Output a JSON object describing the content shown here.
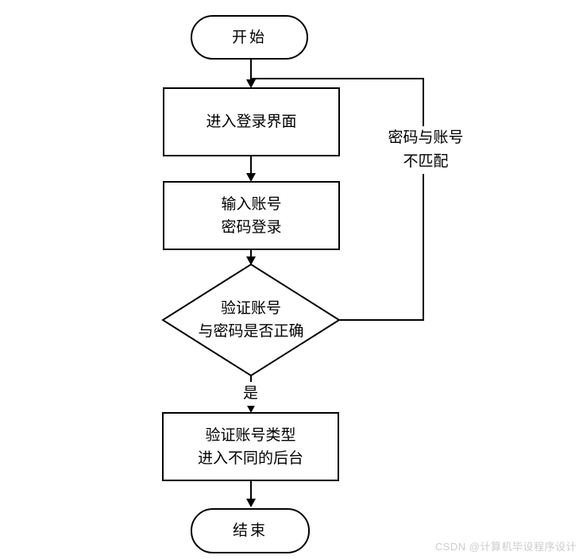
{
  "diagram": {
    "nodes": {
      "start": {
        "type": "terminator",
        "label": "开始"
      },
      "enter_login": {
        "type": "process",
        "label": "进入登录界面"
      },
      "input_credentials": {
        "type": "process",
        "line1": "输入账号",
        "line2": "密码登录"
      },
      "verify_credentials": {
        "type": "decision",
        "line1": "验证账号",
        "line2": "与密码是否正确"
      },
      "verify_account_type": {
        "type": "process",
        "line1": "验证账号类型",
        "line2": "进入不同的后台"
      },
      "end": {
        "type": "terminator",
        "label": "结束"
      }
    },
    "edges": [
      {
        "from": "start",
        "to": "enter_login",
        "label": ""
      },
      {
        "from": "enter_login",
        "to": "input_credentials",
        "label": ""
      },
      {
        "from": "input_credentials",
        "to": "verify_credentials",
        "label": ""
      },
      {
        "from": "verify_credentials",
        "to": "verify_account_type",
        "label": "是"
      },
      {
        "from": "verify_credentials",
        "to": "enter_login",
        "label": "密码与账号不匹配"
      },
      {
        "from": "verify_account_type",
        "to": "end",
        "label": ""
      }
    ],
    "labels": {
      "yes": "是",
      "mismatch_line1": "密码与账号",
      "mismatch_line2": "不匹配"
    },
    "colors": {
      "stroke": "#000000",
      "node_fill": "#ffffff",
      "background": "#ffffff",
      "watermark": "#cccccc"
    }
  },
  "watermark": {
    "text": "CSDN @计算机毕设程序设计"
  }
}
